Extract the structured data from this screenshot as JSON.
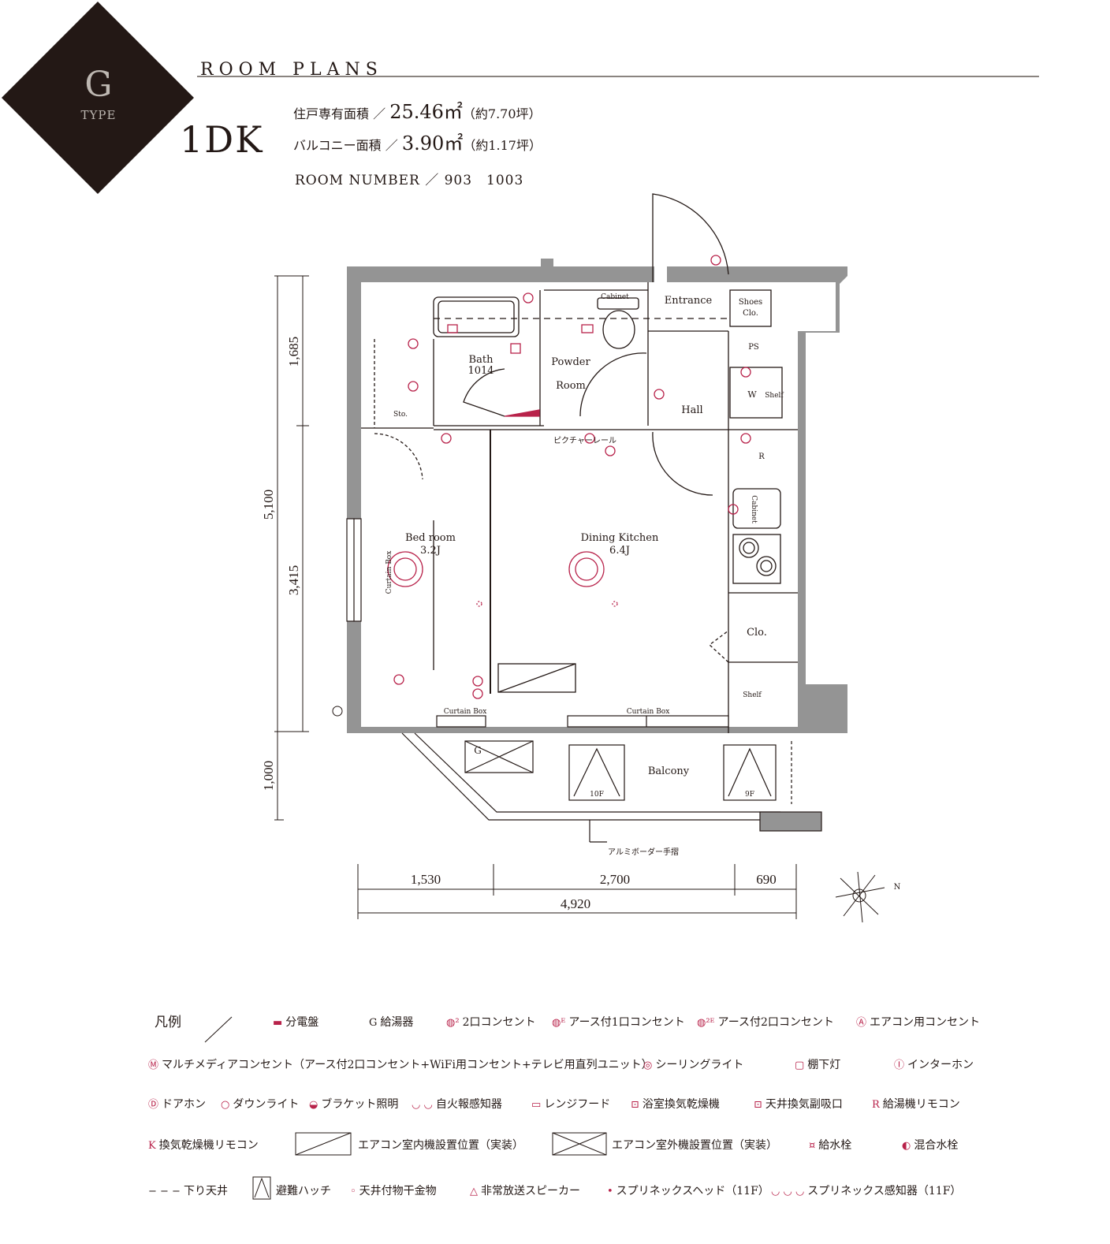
{
  "header": {
    "type_letter": "G",
    "type_word": "TYPE",
    "heading": "ROOM PLANS",
    "layout": "1DK",
    "exclusive_area_label": "住戸専有面積 ／",
    "exclusive_area_value": "25.46㎡",
    "exclusive_area_tsubo": "（約7.70坪）",
    "balcony_area_label": "バルコニー面積 ／",
    "balcony_area_value": "3.90㎡",
    "balcony_area_tsubo": "（約1.17坪）",
    "room_number": "ROOM NUMBER ／ 903　1003"
  },
  "rooms": {
    "entrance": "Entrance",
    "shoes": "Shoes",
    "shoes2": "Clo.",
    "ps": "PS",
    "cabinet_top": "Cabinet",
    "bath": "Bath",
    "bath_size": "1014",
    "powder": "Powder",
    "powder2": "Room",
    "hall": "Hall",
    "w": "W",
    "shelf": "Shelf",
    "sto": "Sto.",
    "bedroom": "Bed room",
    "bedroom_size": "3.2J",
    "dining": "Dining Kitchen",
    "dining_size": "6.4J",
    "cabinet_kitchen": "Cabinet",
    "clo": "Clo.",
    "shelf2": "Shelf",
    "curtain_box_left": "Curtain Box",
    "curtain_box_bottom": "Curtain Box",
    "curtain_box_right": "Curtain Box",
    "picture_rail": "ピクチャーレール",
    "balcony": "Balcony",
    "f10": "10F",
    "f9": "9F",
    "g": "G",
    "r": "R",
    "aluminum": "アルミボーダー手摺",
    "north": "N"
  },
  "dimensions": {
    "v_1685": "1,685",
    "v_5100": "5,100",
    "v_3415": "3,415",
    "v_1000": "1,000",
    "h_1530": "1,530",
    "h_2700": "2,700",
    "h_690": "690",
    "h_4920": "4,920"
  },
  "legend": {
    "title": "凡例",
    "items": [
      {
        "sym": "▬",
        "text": "分電盤"
      },
      {
        "sym": "G",
        "text": "給湯器"
      },
      {
        "sym": "◍²",
        "text": "2口コンセント"
      },
      {
        "sym": "◍ᴱ",
        "text": "アース付1口コンセント"
      },
      {
        "sym": "◍²ᴱ",
        "text": "アース付2口コンセント"
      },
      {
        "sym": "Ⓐ",
        "text": "エアコン用コンセント"
      },
      {
        "sym": "Ⓜ",
        "text": "マルチメディアコンセント（アース付2口コンセント+WiFi用コンセント+テレビ用直列ユニット）"
      },
      {
        "sym": "◎",
        "text": "シーリングライト"
      },
      {
        "sym": "▢",
        "text": "棚下灯"
      },
      {
        "sym": "Ⓘ",
        "text": "インターホン"
      },
      {
        "sym": "Ⓓ",
        "text": "ドアホン"
      },
      {
        "sym": "○",
        "text": "ダウンライト"
      },
      {
        "sym": "◒",
        "text": "ブラケット照明"
      },
      {
        "sym": "◡ ◡",
        "text": "自火報感知器"
      },
      {
        "sym": "▭",
        "text": "レンジフード"
      },
      {
        "sym": "⊡",
        "text": "浴室換気乾燥機"
      },
      {
        "sym": "⊡",
        "text": "天井換気副吸口"
      },
      {
        "sym": "R",
        "text": "給湯機リモコン"
      },
      {
        "sym": "K",
        "text": "換気乾燥機リモコン"
      },
      {
        "sym": "",
        "text": "エアコン室内機設置位置（実装）"
      },
      {
        "sym": "",
        "text": "エアコン室外機設置位置（実装）"
      },
      {
        "sym": "¤",
        "text": "給水栓"
      },
      {
        "sym": "◐",
        "text": "混合水栓"
      },
      {
        "sym": "− − −",
        "text": "下り天井"
      },
      {
        "sym": "",
        "text": "避難ハッチ"
      },
      {
        "sym": "◦",
        "text": "天井付物干金物"
      },
      {
        "sym": "△",
        "text": "非常放送スピーカー"
      },
      {
        "sym": "•",
        "text": "スプリネックスヘッド（11F）"
      },
      {
        "sym": "◡ ◡ ◡",
        "text": "スプリネックス感知器（11F）"
      }
    ]
  },
  "colors": {
    "accent": "#b8224a",
    "wall": "#949494",
    "diamond": "#231815",
    "type_text": "#bdb7b1"
  }
}
